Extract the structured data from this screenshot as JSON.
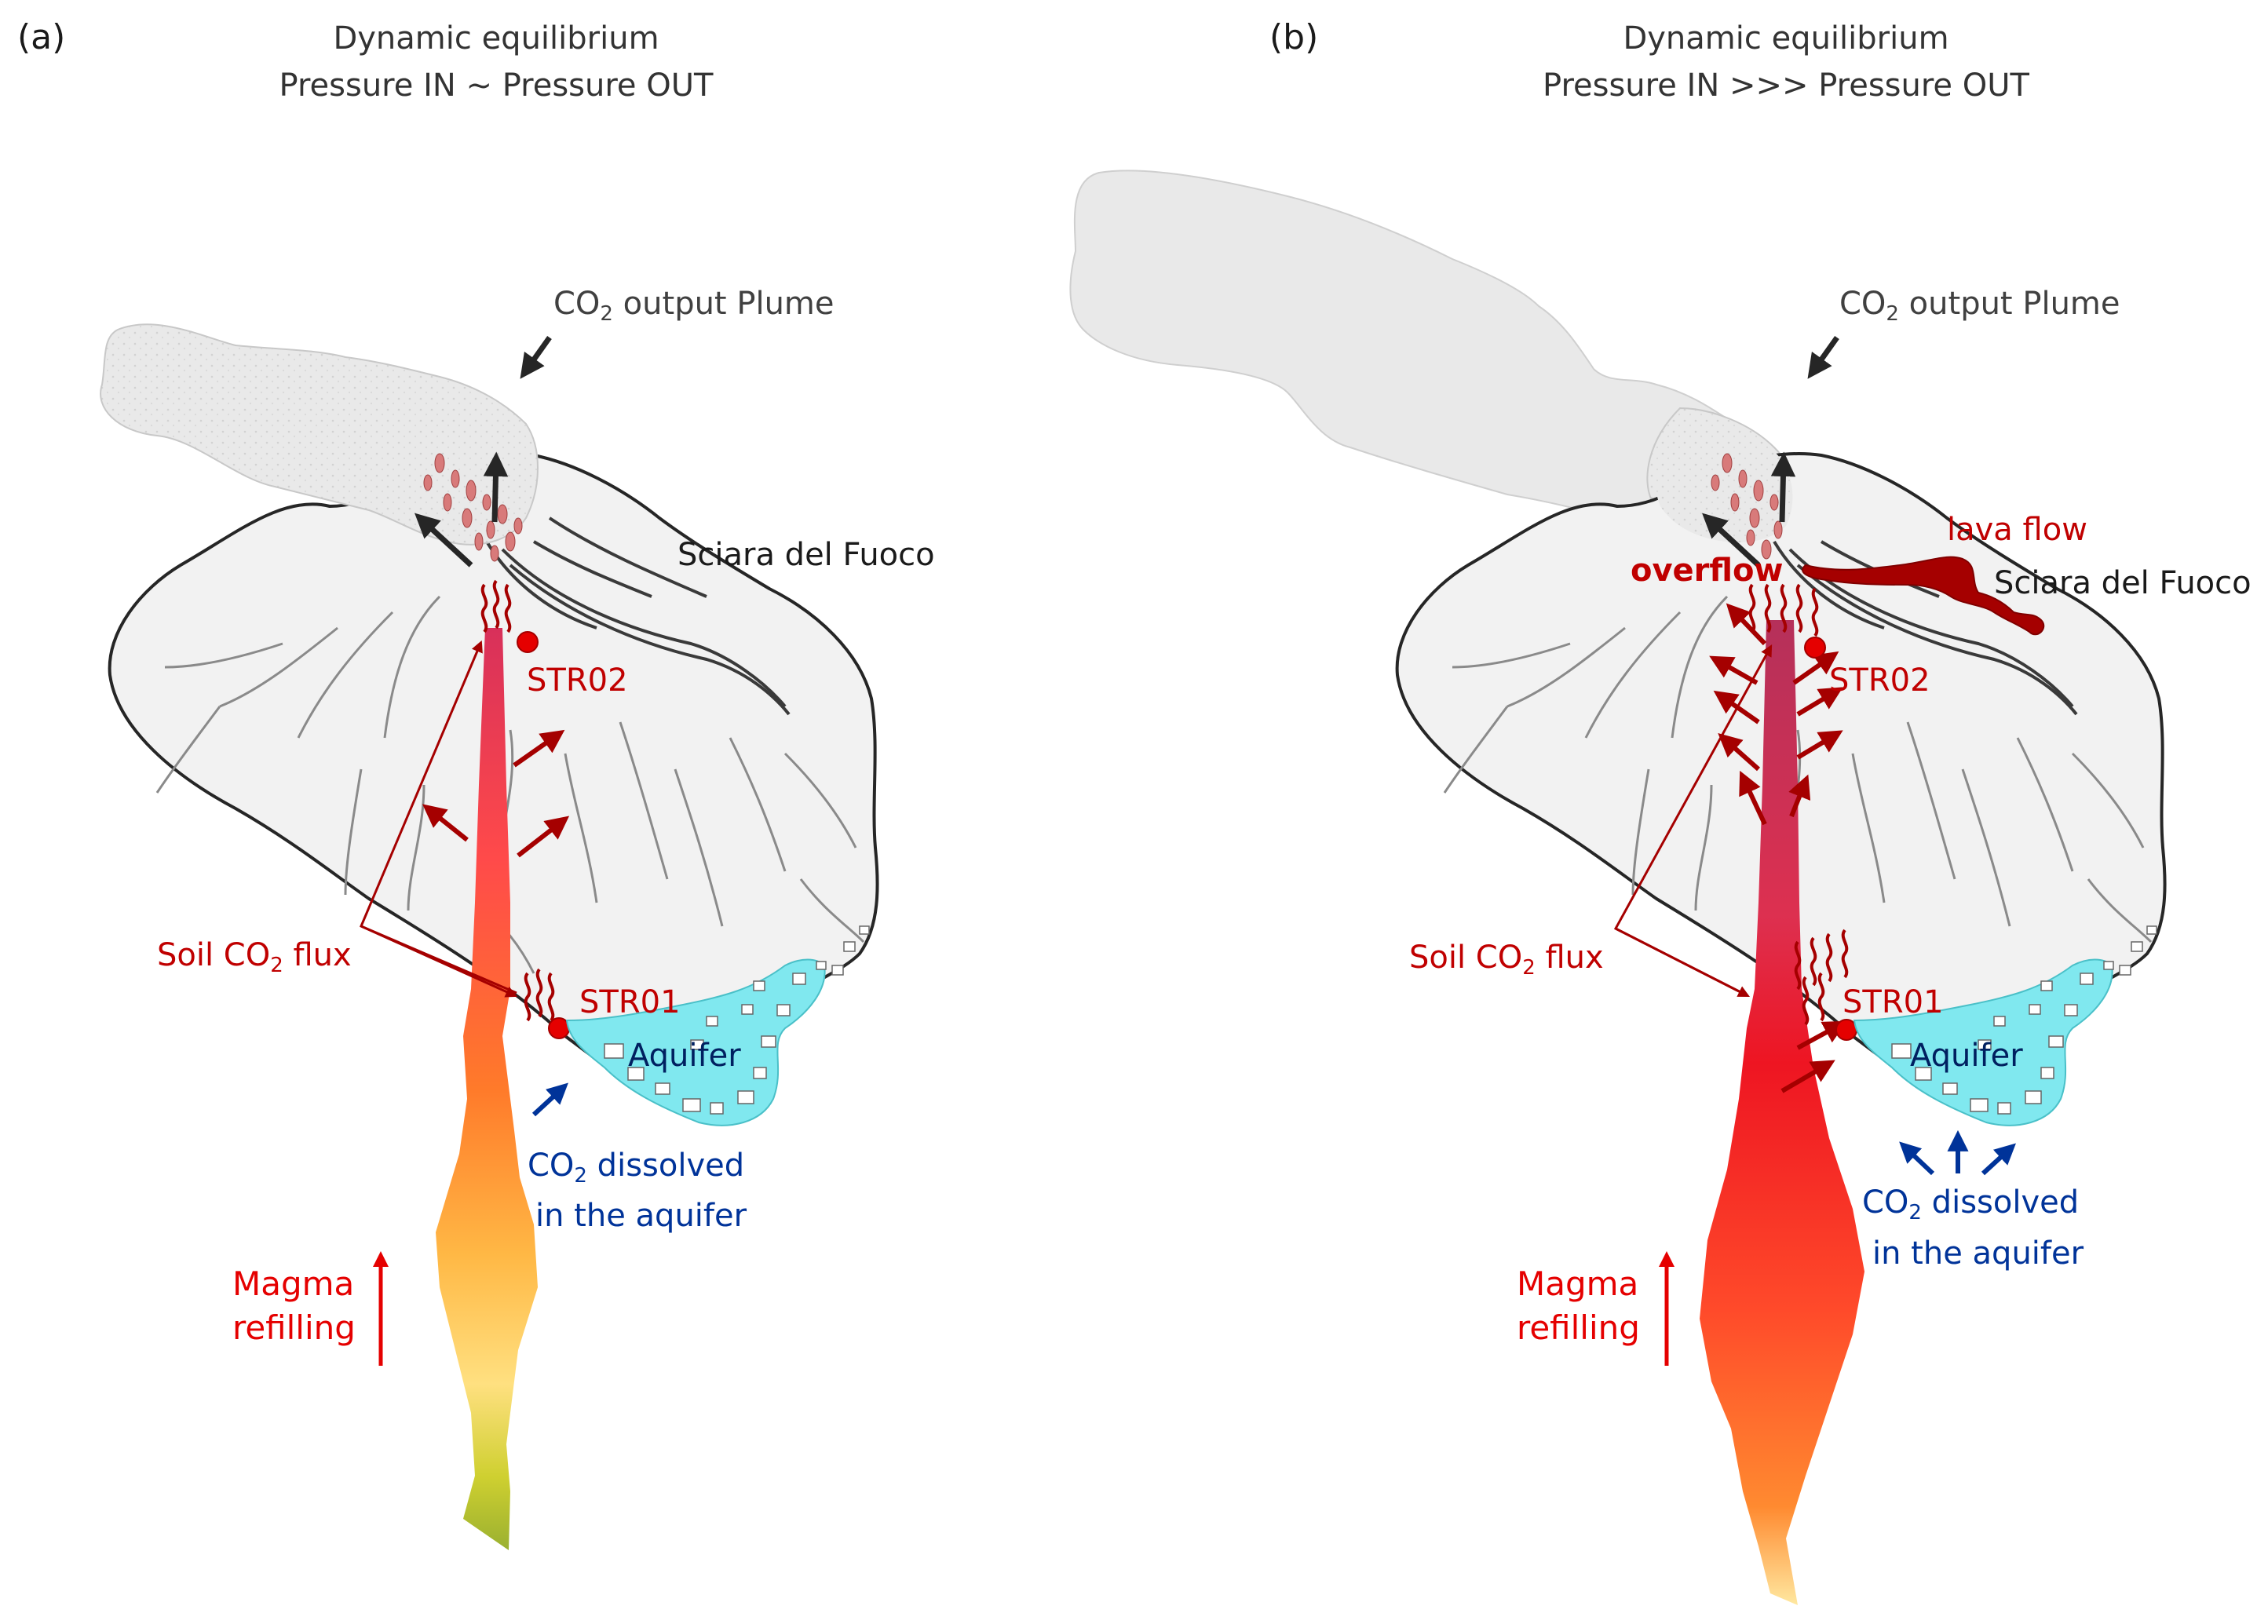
{
  "panels": [
    {
      "letter": "(a)",
      "title_line1": "Dynamic equilibrium",
      "title_line2": "Pressure IN ~ Pressure OUT",
      "plume_label": "CO",
      "plume_sub": "2",
      "plume_rest": " output Plume",
      "sciara": "Sciara del Fuoco",
      "str02": "STR02",
      "str01": "STR01",
      "soil_pre": "Soil CO",
      "soil_sub": "2",
      "soil_post": " flux",
      "aquifer": "Aquifer",
      "dissolved_pre": "CO",
      "dissolved_sub": "2",
      "dissolved_post": " dissolved",
      "dissolved_line2": "in the aquifer",
      "magma_line1": "Magma",
      "magma_line2": "refilling"
    },
    {
      "letter": "(b)",
      "title_line1": "Dynamic equilibrium",
      "title_line2": "Pressure IN >>> Pressure OUT",
      "plume_label": "CO",
      "plume_sub": "2",
      "plume_rest": " output Plume",
      "sciara": "Sciara del Fuoco",
      "lava_flow": "lava flow",
      "overflow": "overflow",
      "str02": "STR02",
      "str01": "STR01",
      "soil_pre": "Soil CO",
      "soil_sub": "2",
      "soil_post": " flux",
      "aquifer": "Aquifer",
      "dissolved_pre": "CO",
      "dissolved_sub": "2",
      "dissolved_post": " dissolved",
      "dissolved_line2": "in the aquifer",
      "magma_line1": "Magma",
      "magma_line2": "refilling"
    }
  ],
  "colors": {
    "island_fill": "#f2f2f2",
    "island_stroke": "#262626",
    "plume_fill": "#e6e6e6",
    "aquifer_fill": "#80e8ef",
    "flux_red": "#a50000",
    "dissolved_blue": "#003399",
    "magma_arrow": "#e50000",
    "lava_flow": "#a50000"
  }
}
